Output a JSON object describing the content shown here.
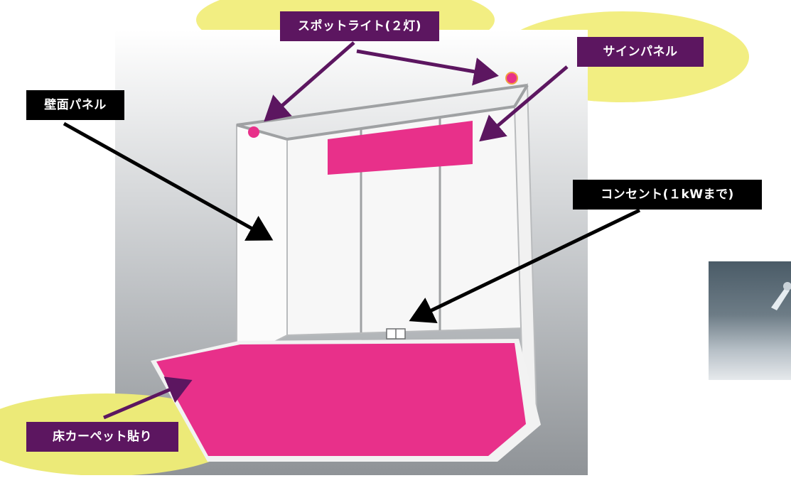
{
  "callouts": {
    "spotlight": "スポットライト(２灯)",
    "sign_panel": "サインパネル",
    "wall_panel": "壁面パネル",
    "outlet": "コンセント(１kWまで)",
    "carpet": "床カーペット貼り"
  },
  "colors": {
    "highlight": "#f2ee82",
    "magenta": "#e8308a",
    "purple_label": "#5c1660",
    "arrow_purple": "#5c1660",
    "arrow_black": "#000000",
    "backdrop": "#9a9ea3"
  },
  "icons": {
    "photo_thumbnail": "spotlight-lamp-photo"
  }
}
